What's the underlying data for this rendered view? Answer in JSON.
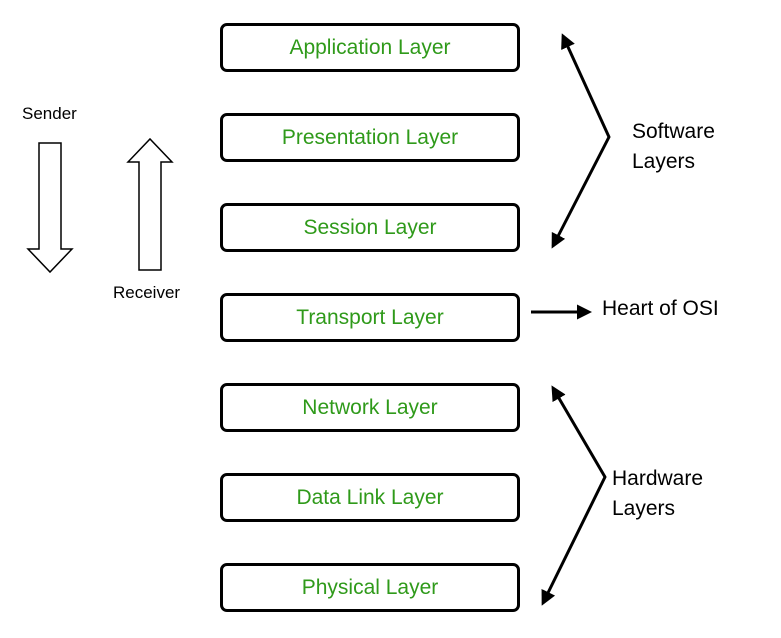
{
  "layers": [
    {
      "label": "Application Layer"
    },
    {
      "label": "Presentation Layer"
    },
    {
      "label": "Session Layer"
    },
    {
      "label": "Transport Layer"
    },
    {
      "label": "Network Layer"
    },
    {
      "label": "Data Link Layer"
    },
    {
      "label": "Physical Layer"
    }
  ],
  "sender_label": "Sender",
  "receiver_label": "Receiver",
  "software_group": {
    "line1": "Software",
    "line2": "Layers"
  },
  "hardware_group": {
    "line1": "Hardware",
    "line2": "Layers"
  },
  "transport_note": "Heart of OSI",
  "colors": {
    "layer_text": "#2f9a1a",
    "border": "#000000"
  }
}
